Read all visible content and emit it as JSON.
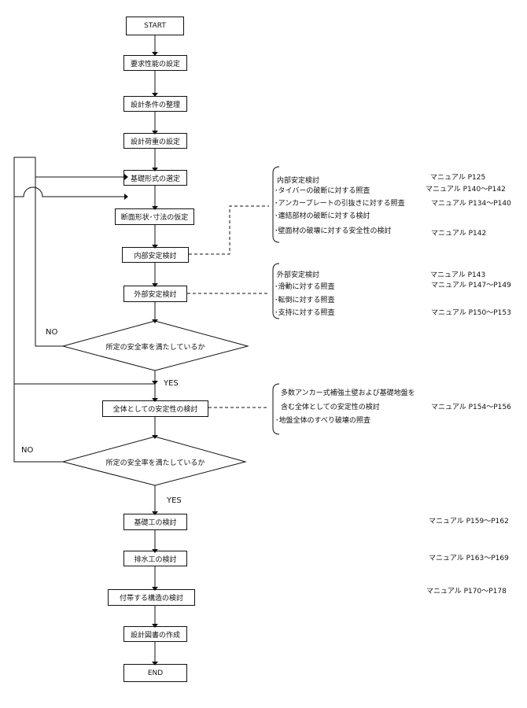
{
  "flow": {
    "start": "START",
    "step1": "要求性能の設定",
    "step2": "設計条件の整理",
    "step3": "設計荷重の設定",
    "step4": "基礎形式の選定",
    "step5": "断面形状･寸法の仮定",
    "step6": "内部安定検討",
    "step7": "外部安定検討",
    "decision1": "所定の安全率を満たしているか",
    "step8": "全体としての安定性の検討",
    "decision2": "所定の安全率を満たしているか",
    "step9": "基礎工の検討",
    "step10": "排水工の検討",
    "step11": "付帯する構造の検討",
    "step12": "設計図書の作成",
    "end": "END",
    "no1": "NO",
    "yes1": "YES",
    "no2": "NO",
    "yes2": "YES"
  },
  "notes": {
    "internal": [
      {
        "text": "内部安定検討",
        "ref": "マニュアル P125"
      },
      {
        "text": "･タイバーの破断に対する照査",
        "ref": "マニュアル P140～P142"
      },
      {
        "text": "･アンカープレートの引抜きに対する照査",
        "ref": "マニュアル P134～P140"
      },
      {
        "text": "･連結部材の破断に対する検討",
        "ref": ""
      },
      {
        "text": "･壁面材の破壊に対する安全性の検討",
        "ref": "マニュアル P142"
      }
    ],
    "external": [
      {
        "text": "外部安定検討",
        "ref": "マニュアル P143"
      },
      {
        "text": "･滑動に対する照査",
        "ref": "マニュアル P147～P149"
      },
      {
        "text": "･転倒に対する照査",
        "ref": ""
      },
      {
        "text": "･支持に対する照査",
        "ref": "マニュアル P150～P153"
      }
    ],
    "overall": [
      {
        "text": "多数アンカー式補強土壁および基礎地盤を",
        "ref": ""
      },
      {
        "text": "含む全体としての安定性の検討",
        "ref": "マニュアル P154～P156"
      },
      {
        "text": "･地盤全体のすべり破壊の照査",
        "ref": ""
      }
    ],
    "foundation_ref": "マニュアル P159～P162",
    "drainage_ref": "マニュアル P163～P169",
    "ancillary_ref": "マニュアル P170～P178"
  }
}
